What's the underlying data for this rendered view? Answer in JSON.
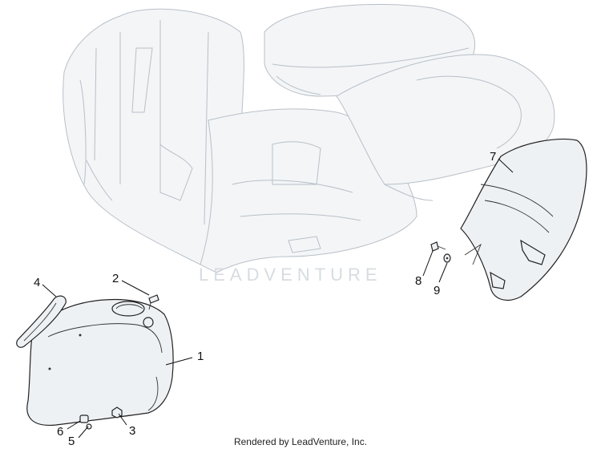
{
  "callouts": {
    "c1": "1",
    "c2": "2",
    "c3": "3",
    "c4": "4",
    "c5": "5",
    "c6": "6",
    "c7": "7",
    "c8": "8",
    "c9": "9"
  },
  "watermark": "LEADVENTURE",
  "footer": "Rendered by LeadVenture, Inc."
}
